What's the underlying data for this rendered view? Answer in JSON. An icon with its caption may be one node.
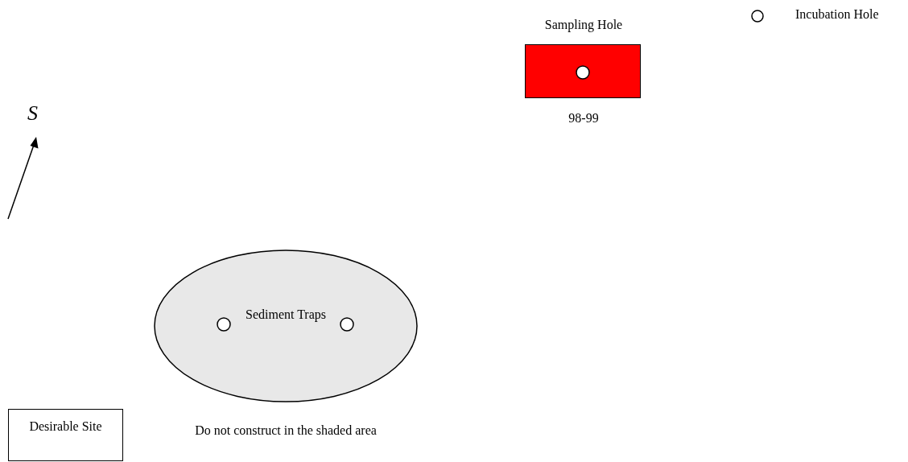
{
  "diagram": {
    "nodes": [
      {
        "text": [
          "Sampling Hole"
        ],
        "beside": [
          "98-99"
        ]
      },
      {
        "text": [
          "Sediment Traps"
        ],
        "beside": [
          "Do not construct in the shaded area"
        ]
      },
      {
        "text": [
          "Desirable Site"
        ]
      }
    ],
    "edges": [],
    "labels": [
      "S"
    ],
    "legend": [
      {
        "text": "Incubation Hole"
      }
    ]
  }
}
